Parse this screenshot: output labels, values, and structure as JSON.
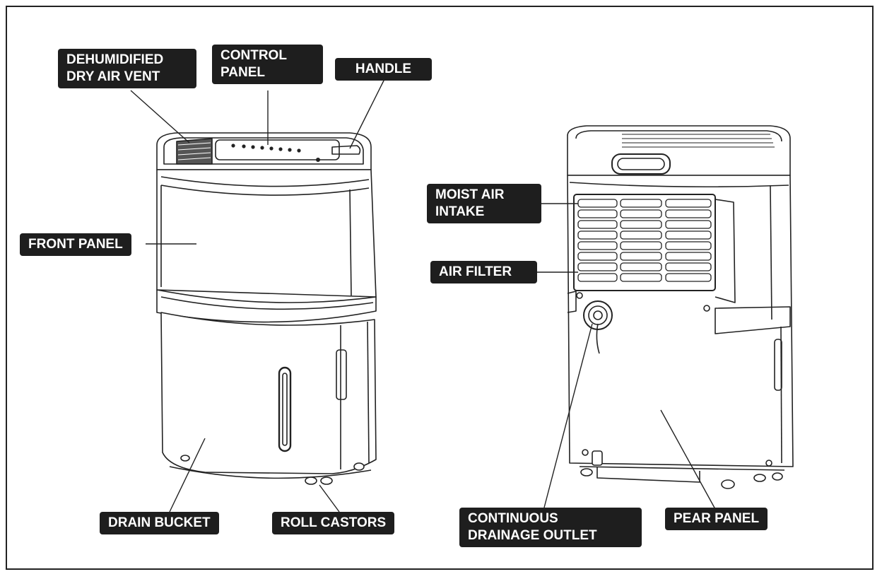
{
  "labels": {
    "dry_air_vent": "DEHUMIDIFIED\nDRY AIR VENT",
    "control_panel": "CONTROL\nPANEL",
    "handle": "HANDLE",
    "front_panel": "FRONT PANEL",
    "drain_bucket": "DRAIN BUCKET",
    "roll_castors": "ROLL CASTORS",
    "moist_air_intake": "MOIST AIR\nINTAKE",
    "air_filter": "AIR FILTER",
    "continuous_drainage_outlet": "CONTINUOUS\nDRAINAGE OUTLET",
    "rear_panel": "PEAR PANEL"
  }
}
